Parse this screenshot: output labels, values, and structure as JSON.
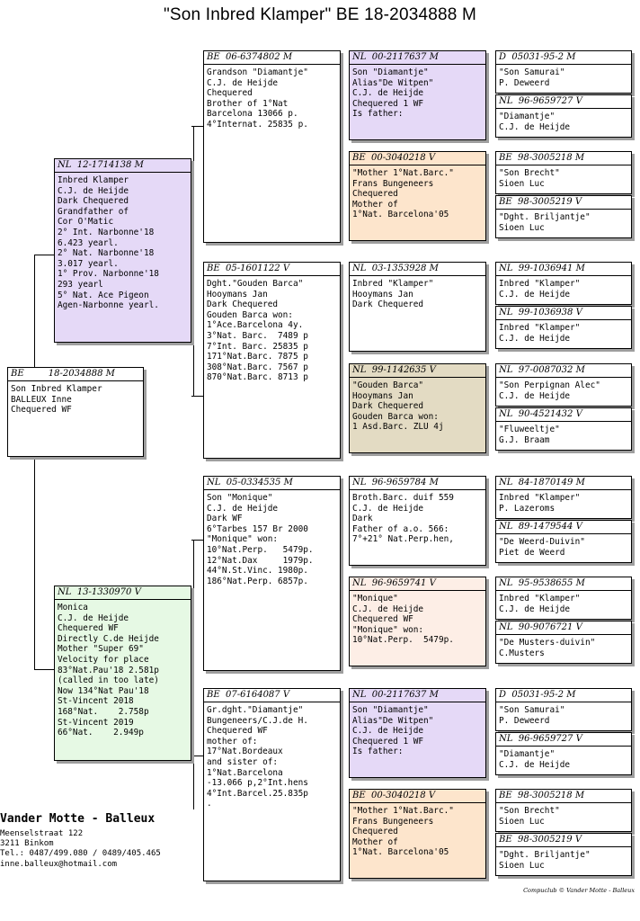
{
  "title": "\"Son Inbred Klamper\"  BE  18-2034888 M",
  "owner": {
    "name": "Vander Motte - Balleux",
    "lines": [
      "Meenselstraat 122",
      "3211  Binkom",
      "Tel.: 0487/499.080 / 0489/405.465",
      "inne.balleux@hotmail.com"
    ]
  },
  "footer": "Compuclub © Vander Motte - Balleux",
  "birds": {
    "subject": {
      "country": "BE",
      "ring": "18-2034888 M",
      "lines": [
        "Son Inbred Klamper",
        "BALLEUX Inne",
        "Chequered WF"
      ]
    },
    "sire": {
      "country": "NL",
      "ring": "12-1714138 M",
      "color": "#e5d9f7",
      "lines": [
        "Inbred Klamper",
        "C.J. de Heijde",
        "Dark Chequered",
        "Grandfather of",
        "Cor O'Matic",
        "2° Int. Narbonne'18",
        "6.423 yearl.",
        "2° Nat. Narbonne'18",
        "3.017 yearl.",
        "1° Prov. Narbonne'18",
        "293 yearl",
        "5° Nat. Ace Pigeon",
        "Agen-Narbonne yearl."
      ]
    },
    "dam": {
      "country": "NL",
      "ring": "13-1330970 V",
      "color": "#e6f9e4",
      "lines": [
        "Monica",
        "C.J. de Heijde",
        "Chequered WF",
        "Directly C.de Heijde",
        "Mother \"Super 69\"",
        "Velocity for place",
        "83°Nat.Pau'18 2.581p",
        "(called in too late)",
        "Now 134°Nat Pau'18",
        "St-Vincent 2018",
        "168°Nat.    2.758p",
        "St-Vincent 2019",
        "66°Nat.    2.949p"
      ]
    },
    "sire_sire": {
      "country": "BE",
      "ring": "06-6374802 M",
      "lines": [
        "Grandson \"Diamantje\"",
        "C.J. de Heijde",
        "Chequered",
        "Brother of 1°Nat",
        "Barcelona 13066 p.",
        "4°Internat. 25835 p."
      ]
    },
    "sire_dam": {
      "country": "BE",
      "ring": "05-1601122 V",
      "lines": [
        "Dght.\"Gouden Barca\"",
        "Hooymans Jan",
        "Dark Chequered",
        "Gouden Barca won:",
        "1°Ace.Barcelona 4y.",
        "3°Nat. Barc.  7489 p",
        "7°Int. Barc. 25835 p",
        "171°Nat.Barc. 7875 p",
        "308°Nat.Barc. 7567 p",
        "870°Nat.Barc. 8713 p"
      ]
    },
    "dam_sire": {
      "country": "NL",
      "ring": "05-0334535 M",
      "lines": [
        "Son \"Monique\"",
        "C.J. de Heijde",
        "Dark WF",
        "6°Tarbes 157 Br 2000",
        "\"Monique\" won:",
        "10°Nat.Perp.   5479p.",
        "12°Nat.Dax     1979p.",
        "44°N.St.Vinc. 1980p.",
        "186°Nat.Perp. 6857p."
      ]
    },
    "dam_dam": {
      "country": "BE",
      "ring": "07-6164087 V",
      "lines": [
        "Gr.dght.\"Diamantje\"",
        "Bungeneers/C.J.de H.",
        "Chequered WF",
        "mother of:",
        "17°Nat.Bordeaux",
        "and sister of:",
        "1°Nat.Barcelona",
        "-13.066 p,2°Int.hens",
        "4°Int.Barcel.25.835p",
        "."
      ]
    },
    "g1": {
      "country": "NL",
      "ring": "00-2117637 M",
      "color": "#e5d9f7",
      "lines": [
        "Son \"Diamantje\"",
        "Alias\"De Witpen\"",
        "C.J. de Heijde",
        "Chequered 1 WF",
        "Is father:"
      ]
    },
    "g2": {
      "country": "BE",
      "ring": "00-3040218 V",
      "color": "#fde5cc",
      "lines": [
        "\"Mother 1°Nat.Barc.\"",
        "Frans Bungeneers",
        "Chequered",
        "Mother of",
        "1°Nat. Barcelona'05"
      ]
    },
    "g3": {
      "country": "NL",
      "ring": "03-1353928 M",
      "lines": [
        "Inbred \"Klamper\"",
        "Hooymans Jan",
        "Dark Chequered"
      ]
    },
    "g4": {
      "country": "NL",
      "ring": "99-1142635 V",
      "color": "#e3dbc3",
      "lines": [
        "\"Gouden Barca\"",
        "Hooymans Jan",
        "Dark Chequered",
        "Gouden Barca won:",
        "1 Asd.Barc. ZLU 4j"
      ]
    },
    "g5": {
      "country": "NL",
      "ring": "96-9659784 M",
      "lines": [
        "Broth.Barc. duif 559",
        "C.J. de Heijde",
        "Dark",
        "Father of a.o. 566:",
        "7°+21° Nat.Perp.hen,"
      ]
    },
    "g6": {
      "country": "NL",
      "ring": "96-9659741 V",
      "color": "#fdeee6",
      "lines": [
        "\"Monique\"",
        "C.J. de Heijde",
        "Chequered WF",
        "\"Monique\" won:",
        "10°Nat.Perp.  5479p."
      ]
    },
    "g7": {
      "country": "NL",
      "ring": "00-2117637 M",
      "color": "#e5d9f7",
      "lines": [
        "Son \"Diamantje\"",
        "Alias\"De Witpen\"",
        "C.J. de Heijde",
        "Chequered 1 WF",
        "Is father:"
      ]
    },
    "g8": {
      "country": "BE",
      "ring": "00-3040218 V",
      "color": "#fde5cc",
      "lines": [
        "\"Mother 1°Nat.Barc.\"",
        "Frans Bungeneers",
        "Chequered",
        "Mother of",
        "1°Nat. Barcelona'05"
      ]
    },
    "h1": {
      "country": "D",
      "ring": "05031-95-2 M",
      "lines": [
        "\"Son Samurai\"",
        "P. Deweerd"
      ]
    },
    "h2": {
      "country": "NL",
      "ring": "96-9659727 V",
      "lines": [
        "\"Diamantje\"",
        "C.J. de Heijde"
      ]
    },
    "h3": {
      "country": "BE",
      "ring": "98-3005218 M",
      "lines": [
        "\"Son Brecht\"",
        "Sioen Luc"
      ]
    },
    "h4": {
      "country": "BE",
      "ring": "98-3005219 V",
      "lines": [
        "\"Dght. Briljantje\"",
        "Sioen Luc"
      ]
    },
    "h5": {
      "country": "NL",
      "ring": "99-1036941 M",
      "lines": [
        "Inbred \"Klamper\"",
        "C.J. de Heijde"
      ]
    },
    "h6": {
      "country": "NL",
      "ring": "99-1036938 V",
      "lines": [
        "Inbred \"Klamper\"",
        "C.J. de Heijde"
      ]
    },
    "h7": {
      "country": "NL",
      "ring": "97-0087032 M",
      "lines": [
        "\"Son Perpignan Alec\"",
        "C.J. de Heijde"
      ]
    },
    "h8": {
      "country": "NL",
      "ring": "90-4521432 V",
      "lines": [
        "\"Fluweeltje\"",
        "G.J. Braam"
      ]
    },
    "h9": {
      "country": "NL",
      "ring": "84-1870149 M",
      "lines": [
        "Inbred \"Klamper\"",
        "P. Lazeroms"
      ]
    },
    "h10": {
      "country": "NL",
      "ring": "89-1479544 V",
      "lines": [
        "\"De Weerd-Duivin\"",
        "Piet de Weerd"
      ]
    },
    "h11": {
      "country": "NL",
      "ring": "95-9538655 M",
      "lines": [
        "Inbred \"Klamper\"",
        "C.J. de Heijde"
      ]
    },
    "h12": {
      "country": "NL",
      "ring": "90-9076721 V",
      "lines": [
        "\"De Musters-duivin\"",
        "C.Musters"
      ]
    },
    "h13": {
      "country": "D",
      "ring": "05031-95-2 M",
      "lines": [
        "\"Son Samurai\"",
        "P. Deweerd"
      ]
    },
    "h14": {
      "country": "NL",
      "ring": "96-9659727 V",
      "lines": [
        "\"Diamantje\"",
        "C.J. de Heijde"
      ]
    },
    "h15": {
      "country": "BE",
      "ring": "98-3005218 M",
      "lines": [
        "\"Son Brecht\"",
        "Sioen Luc"
      ]
    },
    "h16": {
      "country": "BE",
      "ring": "98-3005219 V",
      "lines": [
        "\"Dght. Briljantje\"",
        "Sioen Luc"
      ]
    }
  }
}
